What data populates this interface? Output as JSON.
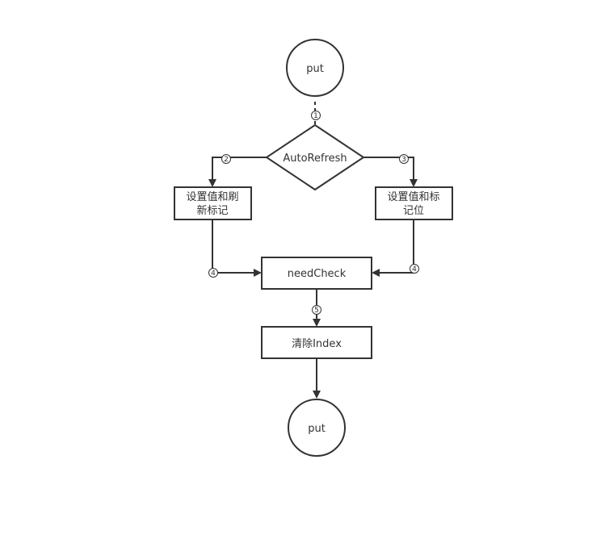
{
  "nodes": {
    "start": "put",
    "decision": "AutoRefresh",
    "left_box": [
      "设置值和刷",
      "新标记"
    ],
    "right_box": [
      "设置值和标",
      "记位"
    ],
    "need_check": "needCheck",
    "clear_index": "清除Index",
    "end": "put"
  },
  "step_markers": {
    "m1": "1",
    "m2": "2",
    "m3": "3",
    "m4_left": "4",
    "m4_right": "4",
    "m5": "5"
  },
  "colors": {
    "stroke": "#333333",
    "background": "#ffffff"
  }
}
